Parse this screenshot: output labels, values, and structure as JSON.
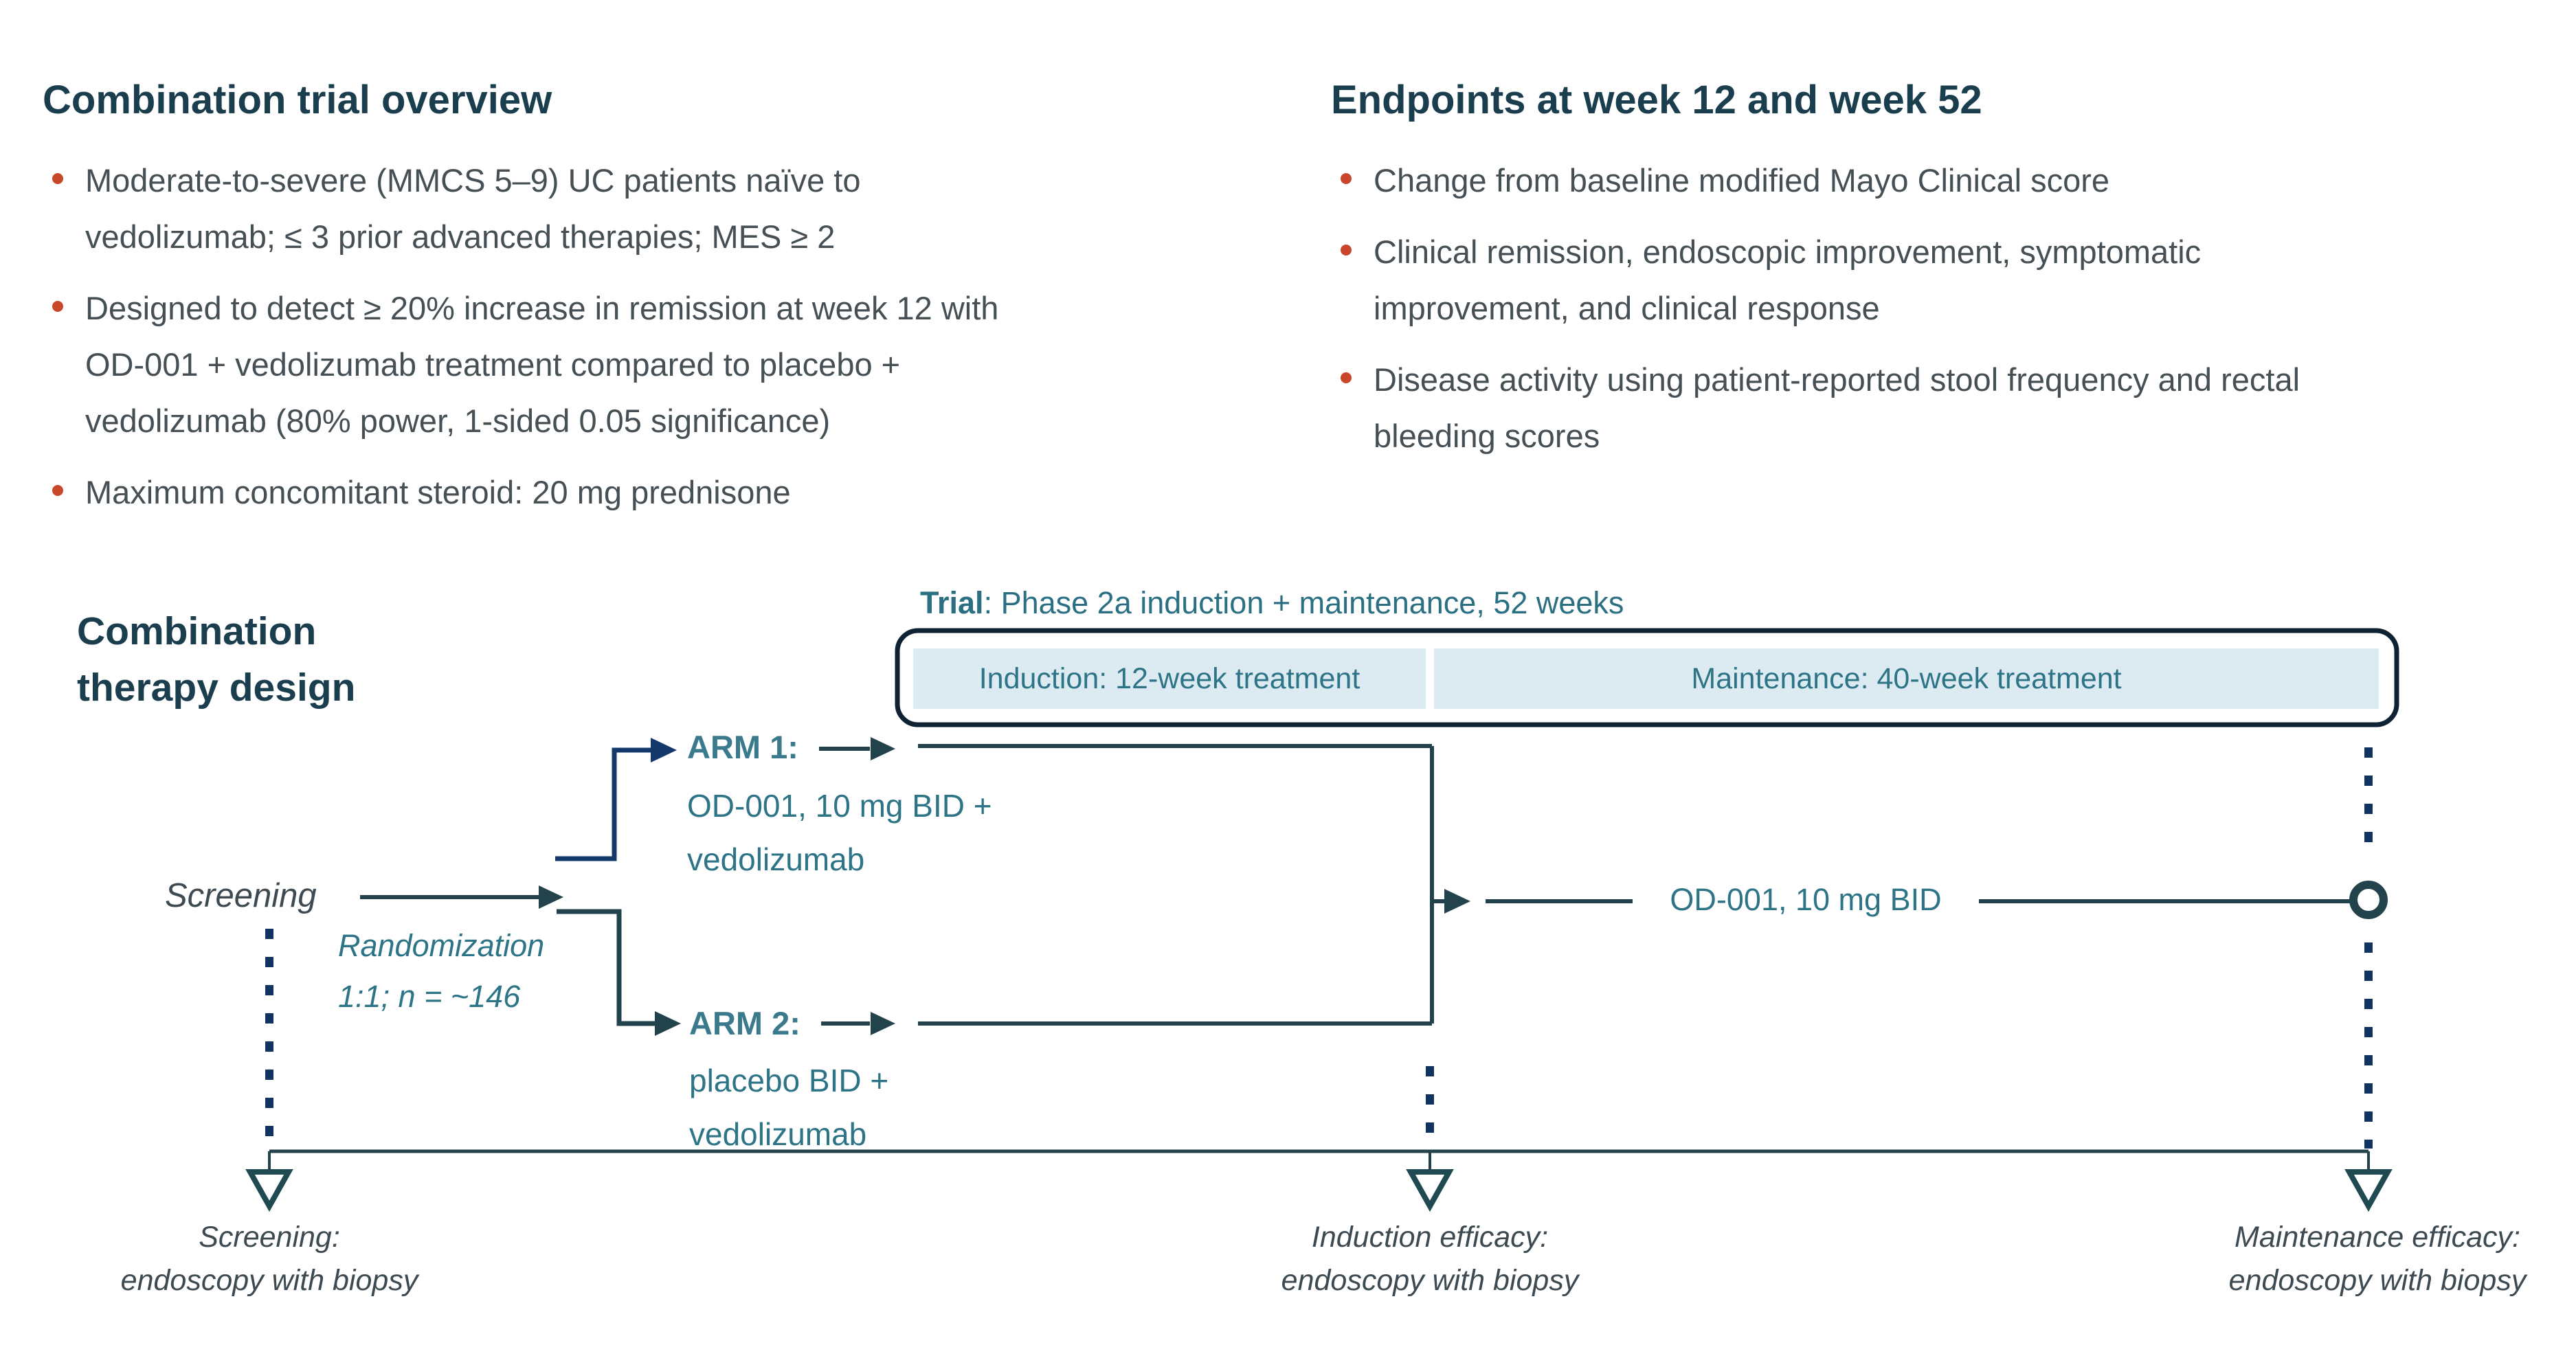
{
  "colors": {
    "heading": "#1b3e4e",
    "body_text": "#454f54",
    "bullet_dot": "#c8472b",
    "teal_text": "#2e7487",
    "arm_teal": "#3a7a8c",
    "navy_line": "#15386b",
    "navy_dash": "#10345f",
    "slate_line": "#22424c",
    "box_border": "#0e2233",
    "phase_fill": "#dcebf1",
    "triangle": "#1f4a52"
  },
  "left_panel": {
    "title": "Combination trial overview",
    "bullets": [
      {
        "lines": [
          "Moderate-to-severe (MMCS 5–9) UC patients naïve to",
          "vedolizumab; ≤ 3 prior advanced therapies; MES ≥ 2"
        ]
      },
      {
        "lines": [
          "Designed to detect ≥ 20% increase in remission at week 12 with",
          "OD-001 + vedolizumab treatment compared to placebo +",
          "vedolizumab (80% power, 1-sided 0.05 significance)"
        ]
      },
      {
        "lines": [
          "Maximum concomitant steroid: 20 mg prednisone"
        ]
      }
    ]
  },
  "right_panel": {
    "title": "Endpoints at week 12 and week 52",
    "bullets": [
      {
        "lines": [
          "Change from baseline modified Mayo Clinical score"
        ]
      },
      {
        "lines": [
          "Clinical remission, endoscopic improvement, symptomatic",
          "improvement, and clinical response"
        ]
      },
      {
        "lines": [
          "Disease activity using patient-reported stool frequency and rectal",
          "bleeding scores"
        ]
      }
    ]
  },
  "diagram": {
    "title_line1": "Combination",
    "title_line2": "therapy design",
    "trial_label_bold": "Trial",
    "trial_label_rest": ": Phase 2a induction + maintenance, 52 weeks",
    "induction_label": "Induction: 12-week treatment",
    "maintenance_label": "Maintenance: 40-week treatment",
    "screening_label": "Screening",
    "randomization_line1": "Randomization",
    "randomization_line2": "1:1; n = ~146",
    "arm1_name": "ARM 1:",
    "arm1_detail_line1": "OD-001, 10 mg BID +",
    "arm1_detail_line2": "vedolizumab",
    "arm2_name": "ARM 2:",
    "arm2_detail_line1": "placebo BID +",
    "arm2_detail_line2": "vedolizumab",
    "maintenance_treatment_label": "OD-001, 10 mg BID",
    "markers": [
      {
        "label_line1": "Screening:",
        "label_line2": "endoscopy with biopsy"
      },
      {
        "label_line1": "Induction efficacy:",
        "label_line2": "endoscopy with biopsy"
      },
      {
        "label_line1": "Maintenance efficacy:",
        "label_line2": "endoscopy with biopsy"
      }
    ]
  }
}
